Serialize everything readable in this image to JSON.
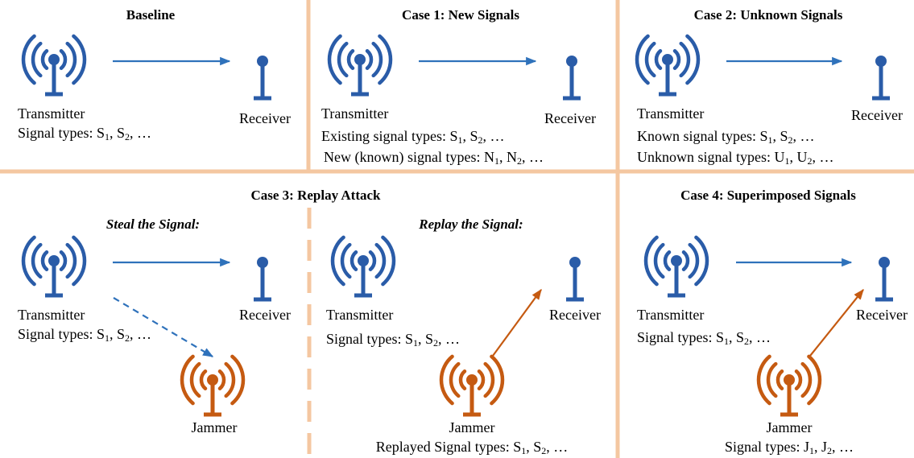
{
  "colors": {
    "blue": "#2a5ca8",
    "orange": "#c55a11",
    "divider": "#f4c7a1",
    "arrow": "#2f72bb"
  },
  "icons": {
    "transmitter": "antenna-broadcast-icon",
    "receiver": "receiver-antenna-icon",
    "jammer": "antenna-broadcast-icon"
  },
  "panels": {
    "baseline": {
      "title": "Baseline",
      "transmitter": "Transmitter",
      "receiver": "Receiver",
      "sig1": {
        "pre": "Signal types: S",
        "a": "1",
        "mid": ", S",
        "b": "2",
        "post": ", …"
      }
    },
    "case1": {
      "title": "Case 1: New Signals",
      "transmitter": "Transmitter",
      "receiver": "Receiver",
      "sig1": {
        "pre": "Existing signal types: S",
        "a": "1",
        "mid": ", S",
        "b": "2",
        "post": ", …"
      },
      "sig2": {
        "pre": "New (known) signal types: N",
        "a": "1",
        "mid": ", N",
        "b": "2",
        "post": ", …"
      }
    },
    "case2": {
      "title": "Case 2: Unknown Signals",
      "transmitter": "Transmitter",
      "receiver": "Receiver",
      "sig1": {
        "pre": "Known signal types: S",
        "a": "1",
        "mid": ", S",
        "b": "2",
        "post": ", …"
      },
      "sig2": {
        "pre": "Unknown signal types: U",
        "a": "1",
        "mid": ", U",
        "b": "2",
        "post": ", …"
      }
    },
    "case3": {
      "title": "Case 3: Replay Attack",
      "steal": {
        "subtitle": "Steal the Signal:",
        "transmitter": "Transmitter",
        "receiver": "Receiver",
        "jammer": "Jammer",
        "sig1": {
          "pre": "Signal types: S",
          "a": "1",
          "mid": ", S",
          "b": "2",
          "post": ", …"
        }
      },
      "replay": {
        "subtitle": "Replay the Signal:",
        "transmitter": "Transmitter",
        "receiver": "Receiver",
        "jammer": "Jammer",
        "sig1": {
          "pre": "Signal types: S",
          "a": "1",
          "mid": ", S",
          "b": "2",
          "post": ", …"
        },
        "sig2": {
          "pre": "Replayed Signal types: S",
          "a": "1",
          "mid": ", S",
          "b": "2",
          "post": ", …"
        }
      }
    },
    "case4": {
      "title": "Case 4: Superimposed Signals",
      "transmitter": "Transmitter",
      "receiver": "Receiver",
      "jammer": "Jammer",
      "sig1": {
        "pre": "Signal types: S",
        "a": "1",
        "mid": ", S",
        "b": "2",
        "post": ", …"
      },
      "sig2": {
        "pre": "Signal types: J",
        "a": "1",
        "mid": ", J",
        "b": "2",
        "post": ", …"
      }
    }
  }
}
